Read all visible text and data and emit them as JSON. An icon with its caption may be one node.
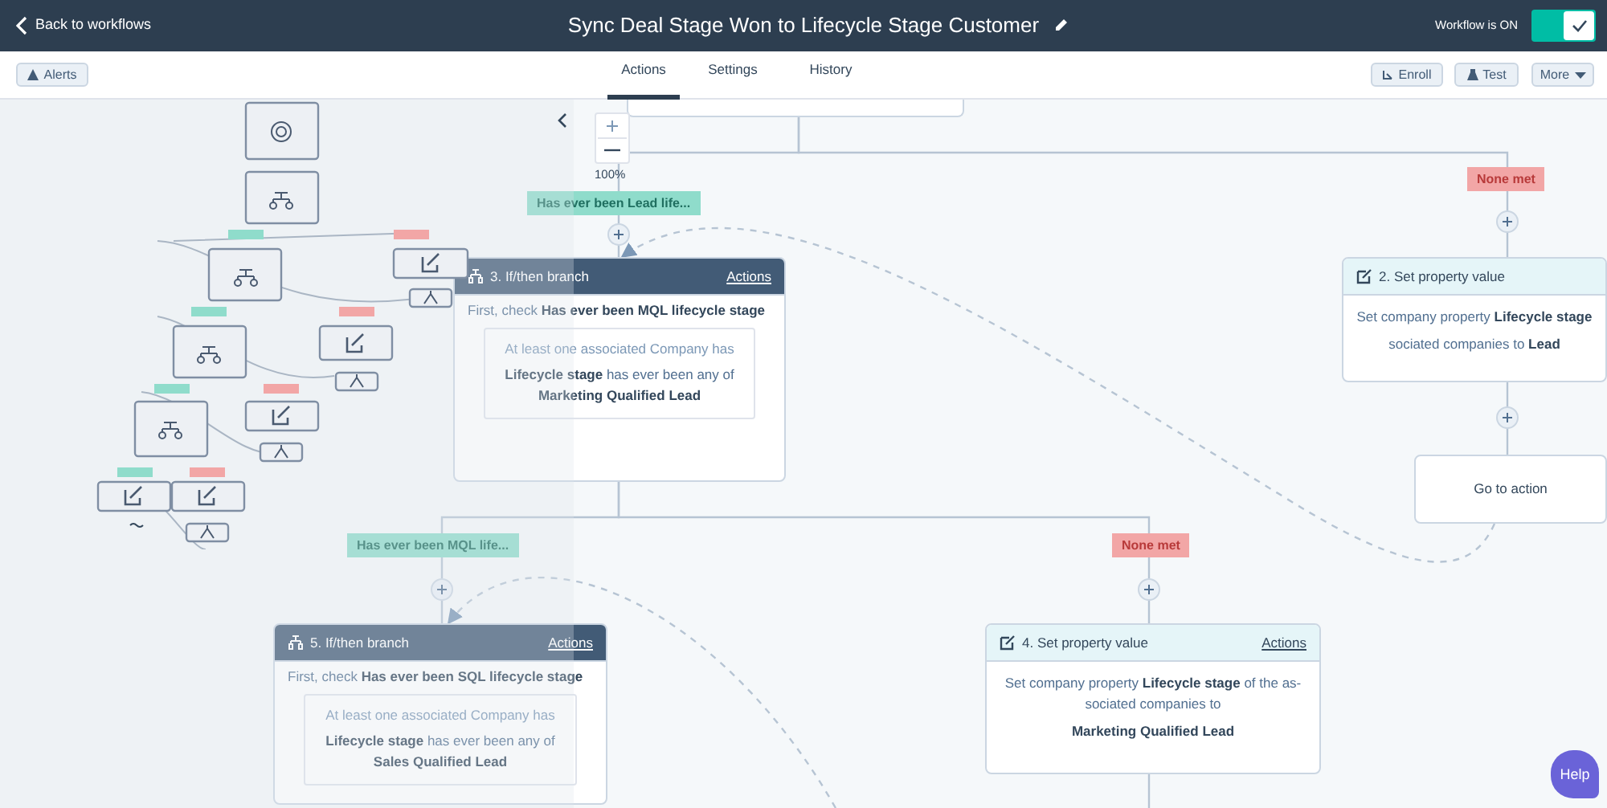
{
  "diagram": {
    "title": "Sync Deal Stage Won to Lifecycle Stage Customer",
    "nodes": [
      {
        "text": [],
        "shape": "box"
      },
      {
        "text": [
          "3. If/then branch",
          "Actions",
          "First, check **Has ever been MQL lifecycle stage**"
        ]
      },
      {
        "text": [
          "At least one associated Company has",
          "**Lifecycle stage** has ever been any of **Marketing Qualified Lead**"
        ],
        "in": 1
      },
      {
        "text": [
          "2. Set property value",
          "Set company property **Lifecycle stage**",
          "sociated companies to **Lead**"
        ]
      },
      {
        "text": [
          "Go to action"
        ]
      },
      {
        "text": [
          "5. If/then branch",
          "Actions",
          "First, check **Has ever been SQL lifecycle stage**"
        ]
      },
      {
        "text": [
          "At least one associated Company has",
          "**Lifecycle stage** has ever been any of **Sales Qualified Lead**"
        ],
        "in": 5
      },
      {
        "text": [
          "4. Set property value",
          "Actions",
          "Set company property **Lifecycle stage** of the as-sociated companies to",
          "**Marketing Qualified Lead**"
        ]
      }
    ],
    "edges": [
      {
        "from": 0,
        "to": 1,
        "arrow": "none",
        "label": "Has ever been Lead life..."
      },
      {
        "from": 0,
        "to": 3,
        "arrow": "none",
        "label": "None met"
      },
      {
        "from": 3,
        "to": 4,
        "arrow": "none"
      },
      {
        "from": 4,
        "to": 1,
        "arrow": "to",
        "style": "dashed"
      },
      {
        "from": 1,
        "to": 5,
        "arrow": "none",
        "label": "Has ever been MQL life..."
      },
      {
        "from": 1,
        "to": 7,
        "arrow": "none",
        "label": "None met"
      },
      {
        "from": null,
        "to": 5,
        "arrow": "to",
        "style": "dashed"
      },
      {
        "from": 7,
        "to": null,
        "arrow": "none"
      }
    ],
    "labels": [
      "Back to workflows",
      "Workflow is ON",
      "Alerts",
      "Actions",
      "Settings",
      "History",
      "Enroll",
      "Test",
      "More",
      "100%",
      "Help"
    ]
  }
}
